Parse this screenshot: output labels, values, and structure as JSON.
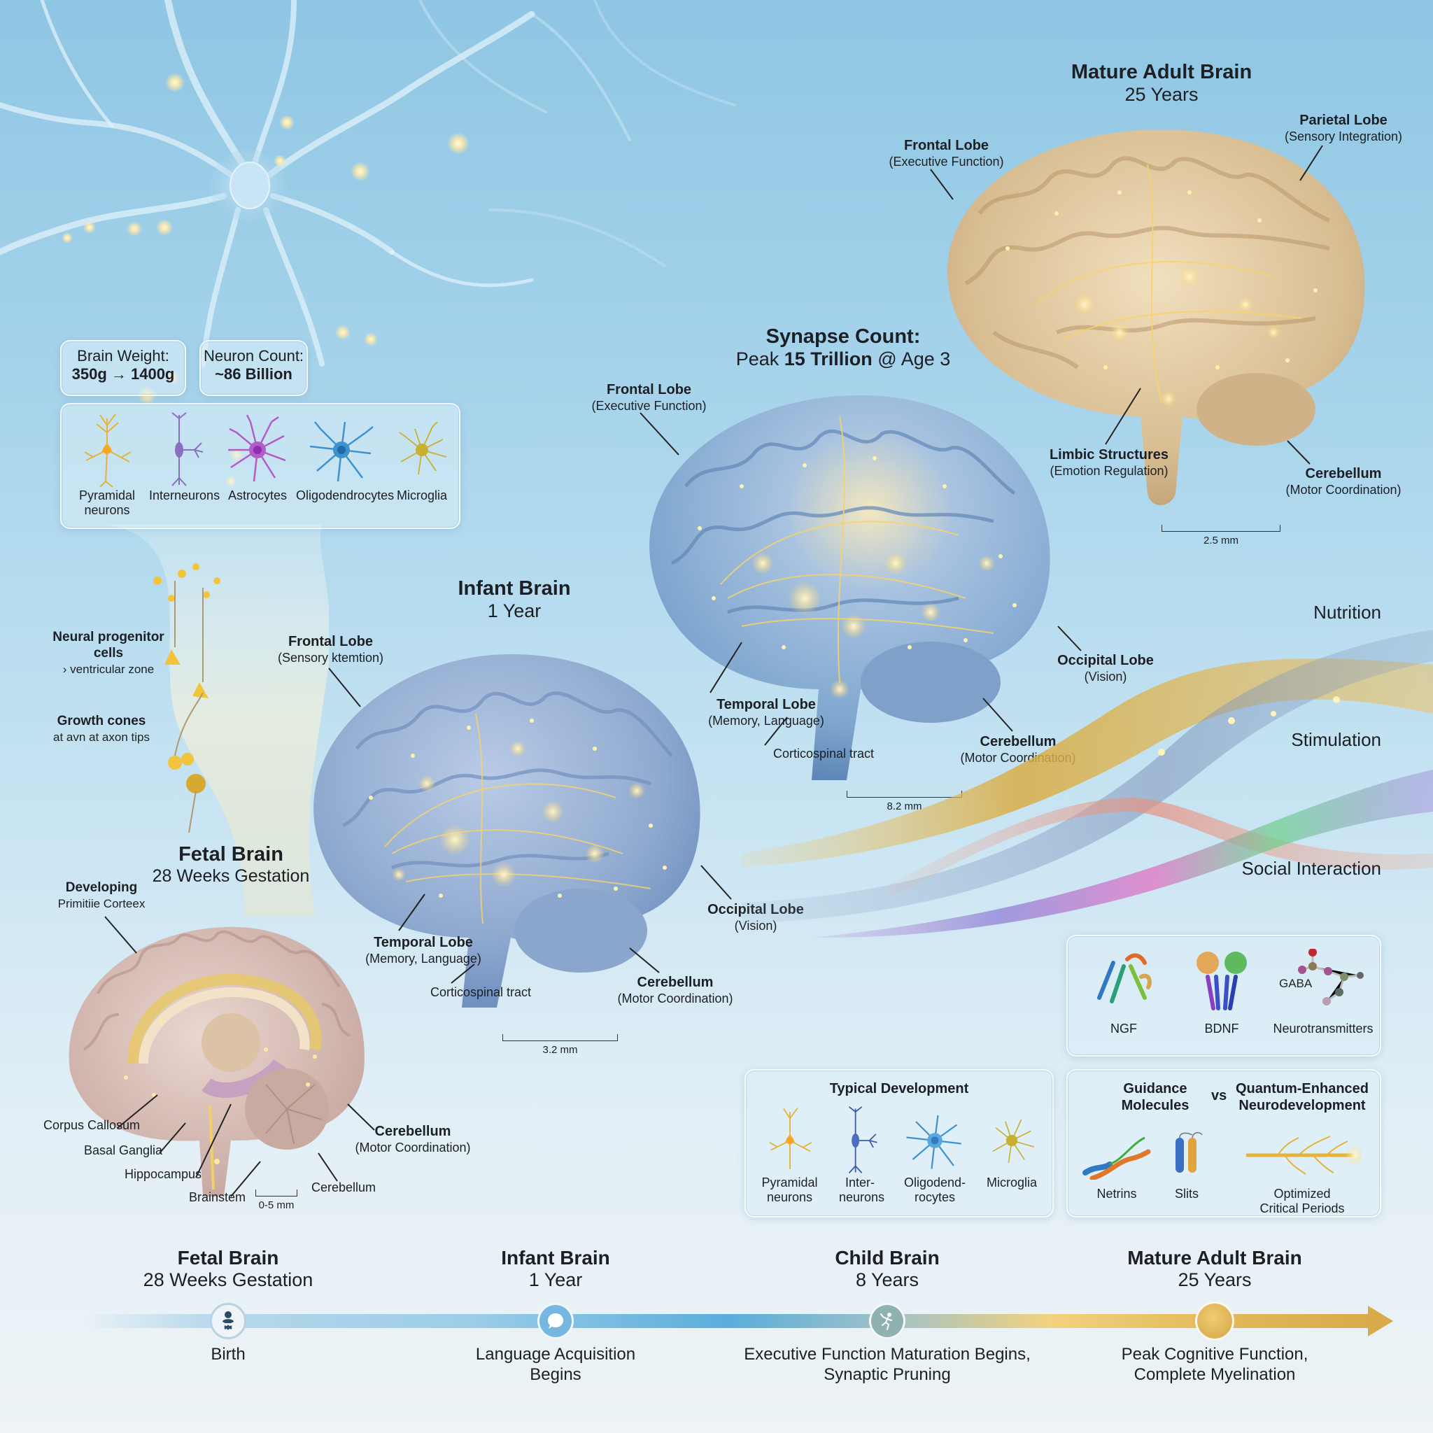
{
  "colors": {
    "bg_top": "#8fc6e3",
    "bg_bottom": "#edf3f6",
    "glow_gold": "#f7d36b",
    "fetal_brain": "#d9bfb8",
    "infant_brain": "#8ea9cf",
    "child_brain": "#7fa6cf",
    "adult_brain": "#d8bd92",
    "timeline_blue": "#5aaedb",
    "timeline_gold": "#d8ab4a"
  },
  "stats": {
    "brain_weight": {
      "label": "Brain Weight:",
      "value": "350g → 1400g"
    },
    "neuron_count": {
      "label": "Neuron Count:",
      "value": "~86 Billion"
    }
  },
  "cell_types_panel": {
    "items": [
      {
        "label": "Pyramidal neurons",
        "icon": "pyramidal-neuron-icon",
        "color": "#e2b43a"
      },
      {
        "label": "Interneurons",
        "icon": "interneuron-icon",
        "color": "#8a6fc0"
      },
      {
        "label": "Astrocytes",
        "icon": "astrocyte-icon",
        "color": "#b25bc9"
      },
      {
        "label": "Oligodendrocytes",
        "icon": "oligodendrocyte-icon",
        "color": "#3f92cf"
      },
      {
        "label": "Microglia",
        "icon": "microglia-icon",
        "color": "#c9b031"
      }
    ]
  },
  "neurogenesis": {
    "progenitor": {
      "bold": "Neural progenitor cells",
      "rest": "› ventricular zone"
    },
    "growth_cones": {
      "bold": "Growth cones",
      "rest": "at avn at axon tips"
    }
  },
  "fetal": {
    "title": "Fetal Brain",
    "subtitle": "28 Weeks Gestation",
    "labels": {
      "cortex_bold": "Developing",
      "cortex_sub": "Primitiie Corteex",
      "corpus_callosum": "Corpus Callosum",
      "basal_ganglia": "Basal Ganglia",
      "hippocampus": "Hippocampus",
      "brainstem": "Brainstem",
      "cerebellum_small": "Cerebellum",
      "cerebellum_bold": "Cerebellum",
      "cerebellum_sub": "(Motor Coordination)"
    },
    "scale": "0-5 mm"
  },
  "infant": {
    "title": "Infant Brain",
    "subtitle": "1 Year",
    "labels": {
      "frontal_bold": "Frontal Lobe",
      "frontal_sub": "(Sensory ktemtion)",
      "temporal_bold": "Temporal Lobe",
      "temporal_sub": "(Memory, Language)",
      "corticospinal": "Corticospinal tract",
      "occipital_bold": "Occipital Lobe",
      "occipital_sub": "(Vision)",
      "cerebellum_bold": "Cerebellum",
      "cerebellum_sub": "(Motor Coordination)"
    },
    "scale": "3.2 mm"
  },
  "child": {
    "title_line1": "Synapse Count:",
    "title_pre": "Peak ",
    "title_bold": "15 Trillion",
    "title_post": " @ Age 3",
    "labels": {
      "frontal_bold": "Frontal Lobe",
      "frontal_sub": "(Executive Function)",
      "temporal_bold": "Temporal Lobe",
      "temporal_sub": "(Memory, Language)",
      "corticospinal": "Corticospinal tract",
      "occipital_bold": "Occipital Lobe",
      "occipital_sub": "(Vision)",
      "cerebellum_bold": "Cerebellum",
      "cerebellum_sub": "(Motor Coordination)"
    },
    "scale": "8.2 mm"
  },
  "adult": {
    "title": "Mature Adult Brain",
    "subtitle": "25 Years",
    "labels": {
      "frontal_bold": "Frontal Lobe",
      "frontal_sub": "(Executive Function)",
      "parietal_bold": "Parietal Lobe",
      "parietal_sub": "(Sensory Integration)",
      "limbic_bold": "Limbic Structures",
      "limbic_sub": "(Emotion Regulation)",
      "cerebellum_bold": "Cerebellum",
      "cerebellum_sub": "(Motor Coordination)"
    },
    "scale": "2.5 mm"
  },
  "influences": [
    {
      "label": "Nutrition",
      "color": "#d9ad45"
    },
    {
      "label": "Stimulation",
      "color": "#7f93b8"
    },
    {
      "label": "Social Interaction",
      "color": "#e7917f"
    }
  ],
  "molecules_panel": {
    "items": [
      {
        "label": "NGF",
        "icon": "ngf-protein-icon"
      },
      {
        "label": "BDNF",
        "icon": "bdnf-protein-icon"
      },
      {
        "label": "Neurotransmitters",
        "icon": "gaba-molecule-icon",
        "annotation": "GABA"
      }
    ]
  },
  "typical_panel": {
    "title": "Typical Development",
    "items": [
      {
        "label": "Pyramidal neurons",
        "color": "#e2b43a"
      },
      {
        "label": "Inter- neurons",
        "color": "#4a6fc0"
      },
      {
        "label": "Oligodend- rocytes",
        "color": "#3f92cf"
      },
      {
        "label": "Microglia",
        "color": "#c9b031"
      }
    ]
  },
  "guidance_panel": {
    "left_title": "Guidance Molecules",
    "vs": "vs",
    "right_title": "Quantum-Enhanced Neurodevelopment",
    "items": [
      {
        "label": "Netrins"
      },
      {
        "label": "Slits"
      },
      {
        "label": "Optimized Critical Periods"
      }
    ]
  },
  "timeline": {
    "stages": [
      {
        "title": "Fetal Brain",
        "subtitle": "28 Weeks Gestation",
        "milestone": "Birth",
        "icon": "baby-icon"
      },
      {
        "title": "Infant Brain",
        "subtitle": "1 Year",
        "milestone": "Language Acquisition Begins",
        "icon": "speech-bubble-icon"
      },
      {
        "title": "Child Brain",
        "subtitle": "8 Years",
        "milestone": "Executive Function Maturation Begins, Synaptic Pruning",
        "icon": "running-child-icon"
      },
      {
        "title": "Mature Adult Brain",
        "subtitle": "25 Years",
        "milestone": "Peak Cognitive Function, Complete Myelination",
        "icon": "gold-dot-icon"
      }
    ]
  }
}
